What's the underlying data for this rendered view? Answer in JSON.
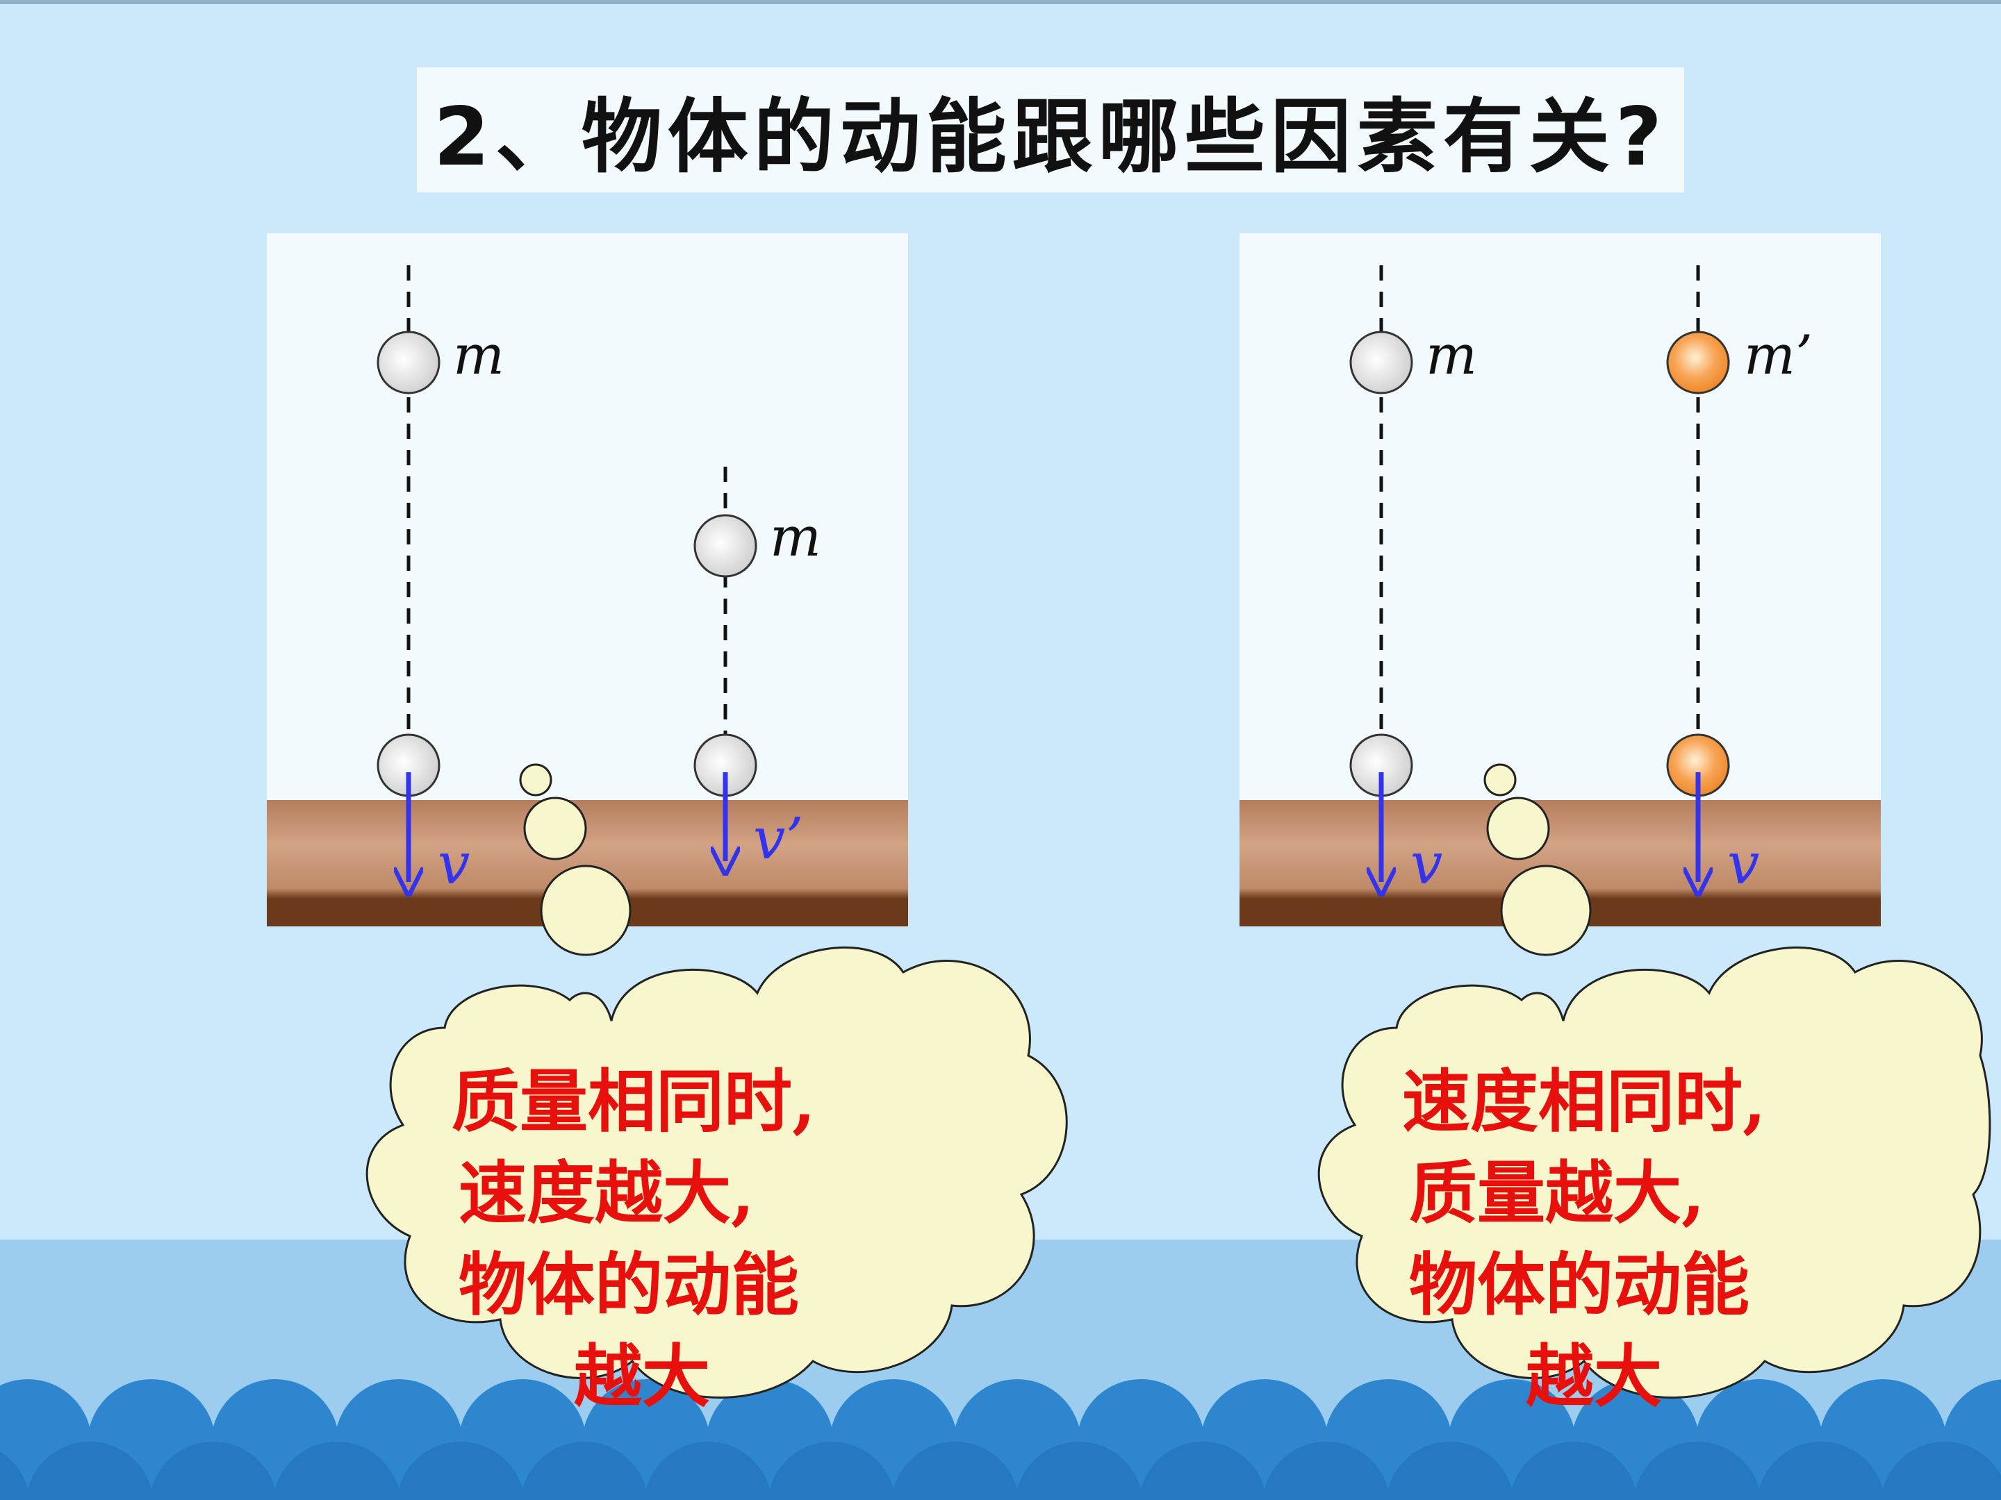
{
  "title": "2、物体的动能跟哪些因素有关?",
  "colors": {
    "background": "#cbe9fb",
    "panel": "#f3fafe",
    "ground_top": "#c6906d",
    "ground_dark": "#6a3a1a",
    "arrow": "#3333ee",
    "conclusion_text": "#e8100c",
    "cloud_fill": "#f7f6cc",
    "ball_gray": "#e2e2e2",
    "ball_orange": "#f5933f",
    "wave": "#2e87ce"
  },
  "left_panel": {
    "ball_high_label": "m",
    "ball_low_label": "m",
    "velocity_1": "v",
    "velocity_2": "v’"
  },
  "right_panel": {
    "ball_1_label": "m",
    "ball_2_label": "m’",
    "velocity_1": "v",
    "velocity_2": "v"
  },
  "left_conclusion": {
    "lines": [
      "质量相同时,",
      "速度越大,",
      "物体的动能",
      "越大"
    ]
  },
  "right_conclusion": {
    "lines": [
      "速度相同时,",
      "质量越大,",
      "物体的动能",
      "越大"
    ]
  }
}
